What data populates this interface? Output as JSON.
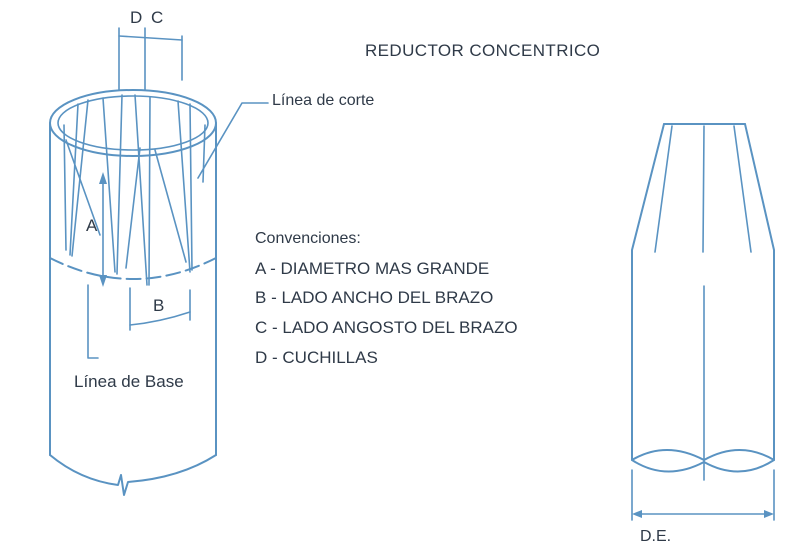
{
  "title": "REDUCTOR CONCENTRICO",
  "labels": {
    "d": "D",
    "c": "C",
    "a": "A",
    "b": "B",
    "cut_line": "Línea de corte",
    "base_line": "Línea de Base",
    "outer_diameter": "D.E."
  },
  "legend": {
    "heading": "Convenciones:",
    "items": [
      {
        "key": "A",
        "text": "DIAMETRO MAS GRANDE"
      },
      {
        "key": "B",
        "text": "LADO ANCHO DEL BRAZO"
      },
      {
        "key": "C",
        "text": "LADO ANGOSTO DEL BRAZO"
      },
      {
        "key": "D",
        "text": "CUCHILLAS"
      }
    ]
  },
  "colors": {
    "line": "#5a93c2",
    "text": "#2f3a48"
  }
}
